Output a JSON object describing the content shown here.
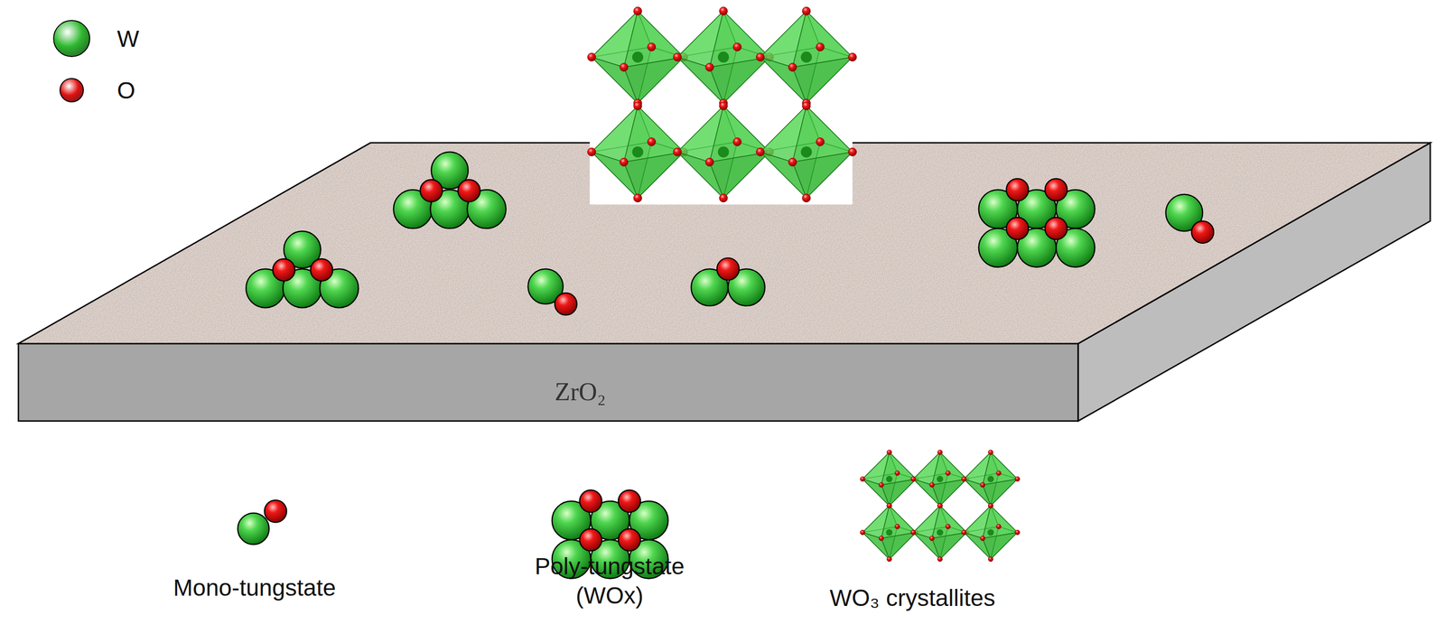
{
  "diagram": {
    "labels": [
      "ZrO₂",
      "Mono-tungstate",
      "Poly-tungstate (WOx)",
      "WO₃ crystallites"
    ],
    "legend": [
      {
        "text": "W",
        "color": "#2eb82e"
      },
      {
        "text": "O",
        "color": "#e01010"
      }
    ]
  }
}
